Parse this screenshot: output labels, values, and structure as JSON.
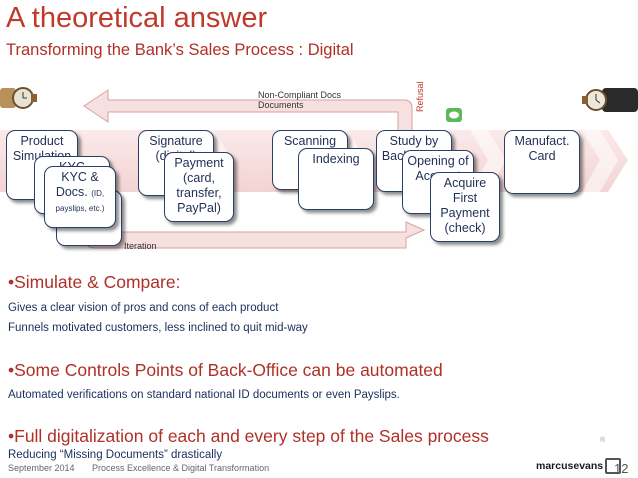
{
  "header": {
    "title": "A theoretical answer",
    "subtitle": "Transforming the Bank’s Sales Process : Digital"
  },
  "flow": {
    "loop_label_1": "Non-Compliant Docs",
    "loop_label_2": "Documents",
    "refusal_label": "Refusal",
    "iteration_label": "Iteration",
    "cards": {
      "product_line1": "Product",
      "product_line2": "Simulation",
      "kyc_back": "KYC",
      "kyc_main": "KYC &",
      "kyc_docs": "Docs.",
      "kyc_note1": "(ID,",
      "kyc_note2": "payslips, etc.)",
      "signature_line1": "Signature",
      "signature_line2": "(digital)",
      "payment_line1": "Payment",
      "payment_line2": "(card,",
      "payment_line3": "transfer,",
      "payment_line4": "PayPal)",
      "scanning": "Scanning",
      "indexing": "Indexing",
      "study_line1": "Study by",
      "study_line2": "Back-Office",
      "opening_line1": "Opening of",
      "opening_line2": "Account",
      "acquire_line1": "Acquire",
      "acquire_line2": "First",
      "acquire_line3": "Payment",
      "acquire_line4": "(check)",
      "manufact_line1": "Manufact.",
      "manufact_line2": "Card"
    }
  },
  "body": {
    "point1_title": "•Simulate & Compare:",
    "point1_line1": "Gives a clear vision of pros and cons of each product",
    "point1_line2": "Funnels motivated customers, less inclined to quit mid-way",
    "point2_title": "•Some Controls Points of Back-Office can be automated",
    "point2_line1": "Automated verifications on standard national ID documents or even Payslips.",
    "point3_title": "•Full digitalization of each and every step of the Sales process",
    "point3_line1": "Reducing “Missing Documents” drastically"
  },
  "footer": {
    "date": "September 2014",
    "topic": "Process Excellence & Digital Transformation",
    "logo": "marcusevans",
    "page_number": "12"
  },
  "colors": {
    "accent": "#c0392b",
    "navy": "#1f2f55",
    "arrow": "#f5dcdc"
  }
}
